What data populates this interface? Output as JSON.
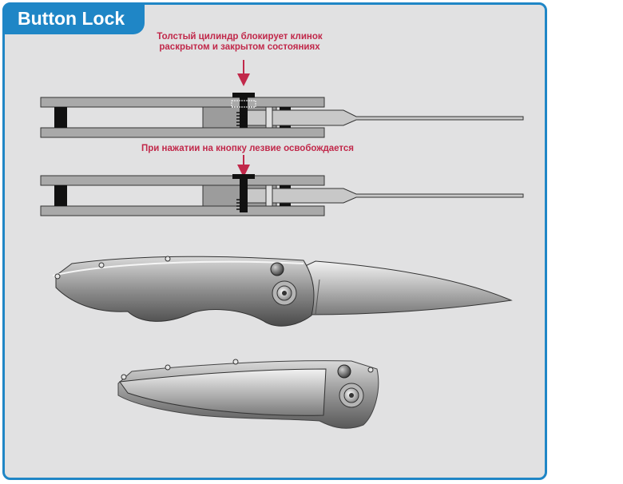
{
  "title": "Button Lock",
  "notes": {
    "top_line1": "Толстый цилиндр блокирует клинок",
    "top_line2": "раскрытом и закрытом состояниях",
    "middle": "При нажатии на кнопку лезвие освобождается"
  },
  "colors": {
    "frame": "#1f86c6",
    "background": "#e1e1e2",
    "annotation": "#c1284a",
    "arrow": "#c1284a"
  }
}
